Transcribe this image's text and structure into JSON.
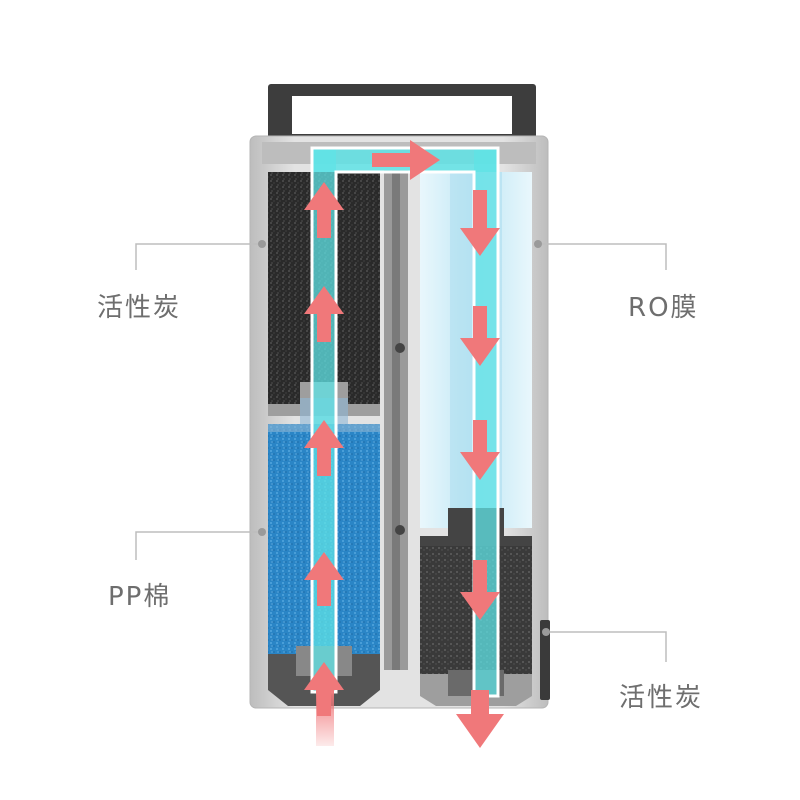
{
  "labels": {
    "carbon_left": "活性炭",
    "pp_cotton": "PP棉",
    "ro_membrane": "RO膜",
    "carbon_right": "活性炭"
  },
  "colors": {
    "flow_channel": "#5fe3e6",
    "flow_arrow": "#f0787a",
    "housing": "#cfcfcf",
    "carbon": "#2c2c2c",
    "pp_cotton": "#2d88c9",
    "ro_membrane": "#cfeef8",
    "leader_line": "#bdbdbd"
  },
  "icons": {
    "up_arrow": "up-arrow-icon",
    "down_arrow": "down-arrow-icon",
    "right_arrow": "right-arrow-icon"
  }
}
